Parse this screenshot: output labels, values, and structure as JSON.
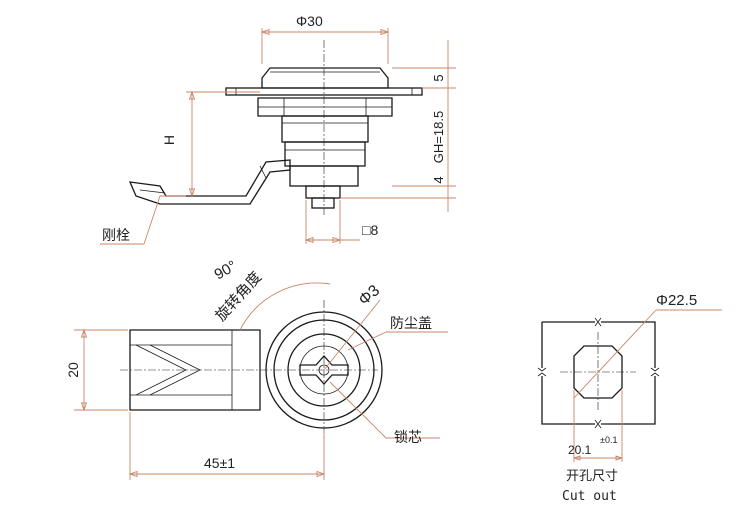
{
  "labels": {
    "phi30": "Φ30",
    "dim_top_5": "5",
    "dim_gh": "GH=18.5",
    "dim_4": "4",
    "dim_h": "H",
    "square8": "□8",
    "gangshuan": "刚栓",
    "deg90": "90°",
    "rotation": "旋转角度",
    "phi3": "Φ3",
    "dust_cover": "防尘盖",
    "lock_core": "锁芯",
    "dim_20": "20",
    "dim_45": "45±1",
    "phi22_5": "Φ22.5",
    "dim_20_1": "20.1",
    "tol_01": "±0.1",
    "cutout_cn": "开孔尺寸",
    "cutout_en": "Cut out"
  },
  "colors": {
    "outline": "#1a1a1a",
    "dimension": "#c9856a",
    "background": "#ffffff"
  }
}
